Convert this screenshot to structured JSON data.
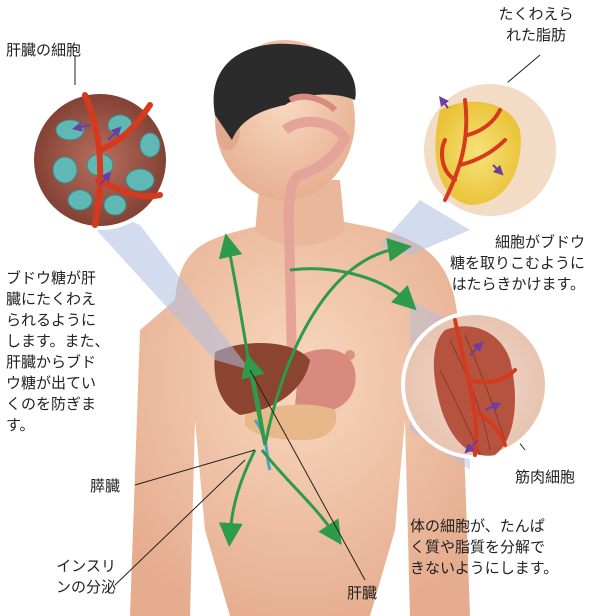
{
  "labels": {
    "liver_cells": "肝臓の細胞",
    "stored_fat": "たくわえら\nれた脂肪",
    "left_text": "ブドウ糖が肝\n臓にたくわえ\nられるように\nします。また、\n肝臓からブド\nウ糖が出てい\nくのを防ぎま\nす。",
    "right_text": "細胞がブドウ\n糖を取りこむように\nはたらきかけます。",
    "pancreas": "膵臓",
    "muscle_cells": "筋肉細胞",
    "bottom_right_text": "体の細胞が、たんぱ\nく質や脂質を分解で\nきないようにします。",
    "insulin": "インスリ\nンの分泌",
    "liver": "肝臓"
  },
  "colors": {
    "skin": "#f1c7a8",
    "skin_shadow": "#e3a98c",
    "hair": "#2b2b2b",
    "liver": "#8a4430",
    "stomach": "#d98a7e",
    "pancreas": "#e8b88a",
    "arrow_green": "#2e9a4c",
    "vessel_red": "#d63a1e",
    "liver_cell": "#5fb8b4",
    "fat_yellow": "#f3d54e",
    "muscle": "#b5533f",
    "beam_blue": "#aebde0",
    "purple_arrow": "#6a3fa0"
  }
}
